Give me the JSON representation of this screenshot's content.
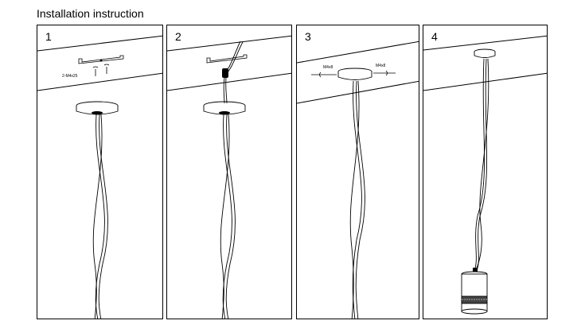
{
  "title": "Installation instruction",
  "steps": [
    {
      "number": "1",
      "screw_label": "2-M4x25"
    },
    {
      "number": "2"
    },
    {
      "number": "3",
      "screw_label_left": "M4x8",
      "screw_label_right": "M4x8"
    },
    {
      "number": "4"
    }
  ]
}
